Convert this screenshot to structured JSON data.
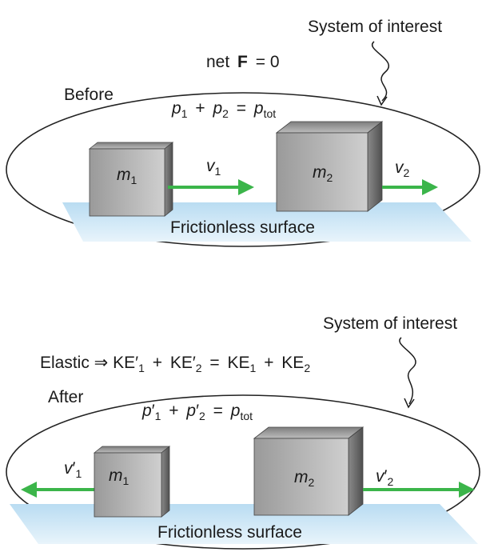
{
  "colors": {
    "arrow": "#3bb54a",
    "surface": "#cfe6f5",
    "outline": "#222222"
  },
  "before": {
    "system_label": "System of interest",
    "net_prefix": "net",
    "net_bold": "F",
    "net_suffix": "= 0",
    "phase_label": "Before",
    "equation": {
      "p": "p",
      "sub1": "1",
      "plus": "+",
      "sub2": "2",
      "eq": "=",
      "subtot": "tot"
    },
    "mass1": {
      "symbol": "m",
      "sub": "1"
    },
    "mass2": {
      "symbol": "m",
      "sub": "2"
    },
    "vel1": {
      "symbol": "v",
      "sub": "1"
    },
    "vel2": {
      "symbol": "v",
      "sub": "2"
    },
    "surface_label": "Frictionless surface"
  },
  "after": {
    "system_label": "System of interest",
    "elastic_prefix": "Elastic ⇒ KE",
    "ke_prime": "′",
    "ke1": "1",
    "ke2": "2",
    "ke_plus": "+",
    "ke_eq": "=",
    "ke_word": "KE",
    "phase_label": "After",
    "equation": {
      "p": "p",
      "prime": "′",
      "sub1": "1",
      "plus": "+",
      "sub2": "2",
      "eq": "=",
      "subtot": "tot"
    },
    "mass1": {
      "symbol": "m",
      "sub": "1"
    },
    "mass2": {
      "symbol": "m",
      "sub": "2"
    },
    "vel1": {
      "symbol": "v",
      "prime": "′",
      "sub": "1"
    },
    "vel2": {
      "symbol": "v",
      "prime": "′",
      "sub": "2"
    },
    "surface_label": "Frictionless surface"
  }
}
